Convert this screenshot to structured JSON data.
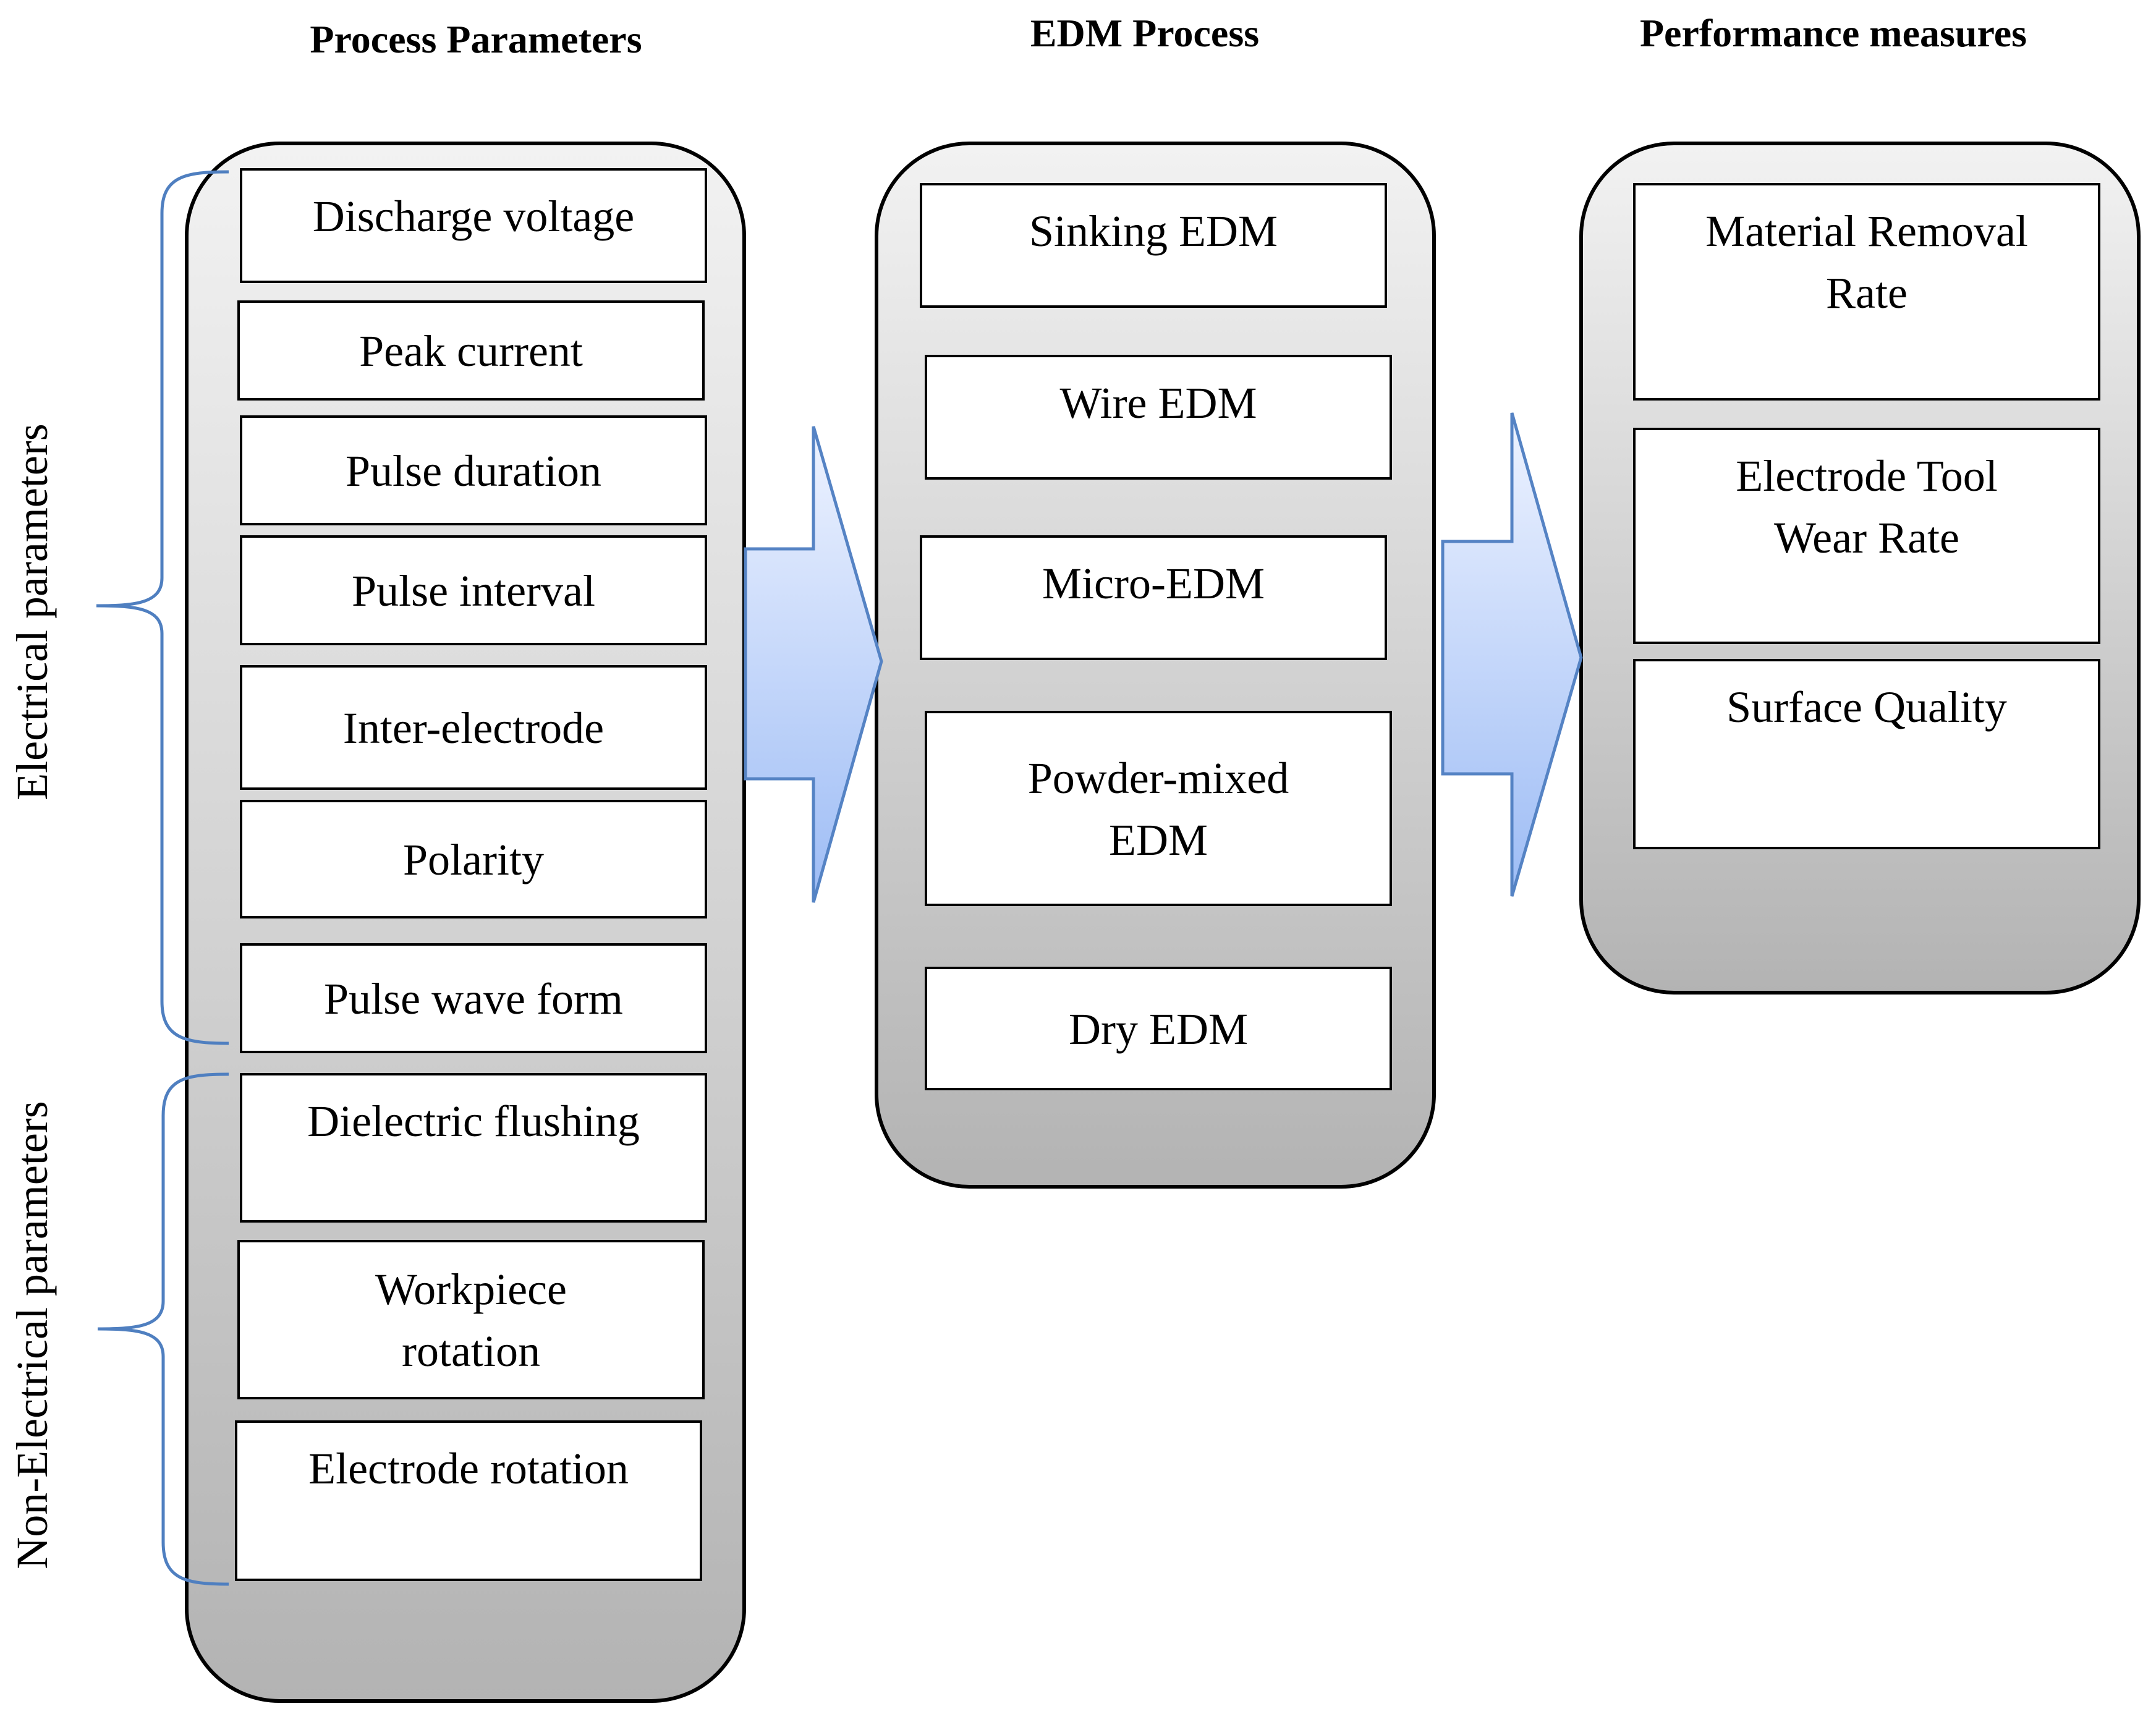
{
  "headers": {
    "process_parameters": "Process Parameters",
    "edm_process": "EDM Process",
    "performance_measures": "Performance measures"
  },
  "side_labels": {
    "electrical": "Electrical parameters",
    "non_electrical": "Non-Electrical parameters"
  },
  "process_parameters": [
    {
      "line1": "Discharge voltage",
      "line2": ""
    },
    {
      "line1": "Peak current",
      "line2": ""
    },
    {
      "line1": "Pulse duration",
      "line2": ""
    },
    {
      "line1": "Pulse interval",
      "line2": ""
    },
    {
      "line1": "Inter-electrode",
      "line2": ""
    },
    {
      "line1": "Polarity",
      "line2": ""
    },
    {
      "line1": "Pulse wave form",
      "line2": ""
    },
    {
      "line1": "Dielectric flushing",
      "line2": ""
    },
    {
      "line1": "Workpiece",
      "line2": "rotation"
    },
    {
      "line1": "Electrode rotation",
      "line2": ""
    }
  ],
  "edm_processes": [
    {
      "line1": "Sinking EDM",
      "line2": ""
    },
    {
      "line1": "Wire EDM",
      "line2": ""
    },
    {
      "line1": "Micro-EDM",
      "line2": ""
    },
    {
      "line1": "Powder-mixed",
      "line2": "EDM"
    },
    {
      "line1": "Dry EDM",
      "line2": ""
    }
  ],
  "performance_measures": [
    {
      "line1": "Material Removal",
      "line2": "Rate"
    },
    {
      "line1": "Electrode Tool",
      "line2": "Wear Rate"
    },
    {
      "line1": "Surface Quality",
      "line2": ""
    }
  ],
  "colors": {
    "panel_top": "#f2f2f2",
    "panel_bottom": "#b3b3b3",
    "arrow_light": "#eaf1ff",
    "arrow_dark": "#9fbff7",
    "arrow_stroke": "#5583c4",
    "brace": "#4f7fc0"
  }
}
